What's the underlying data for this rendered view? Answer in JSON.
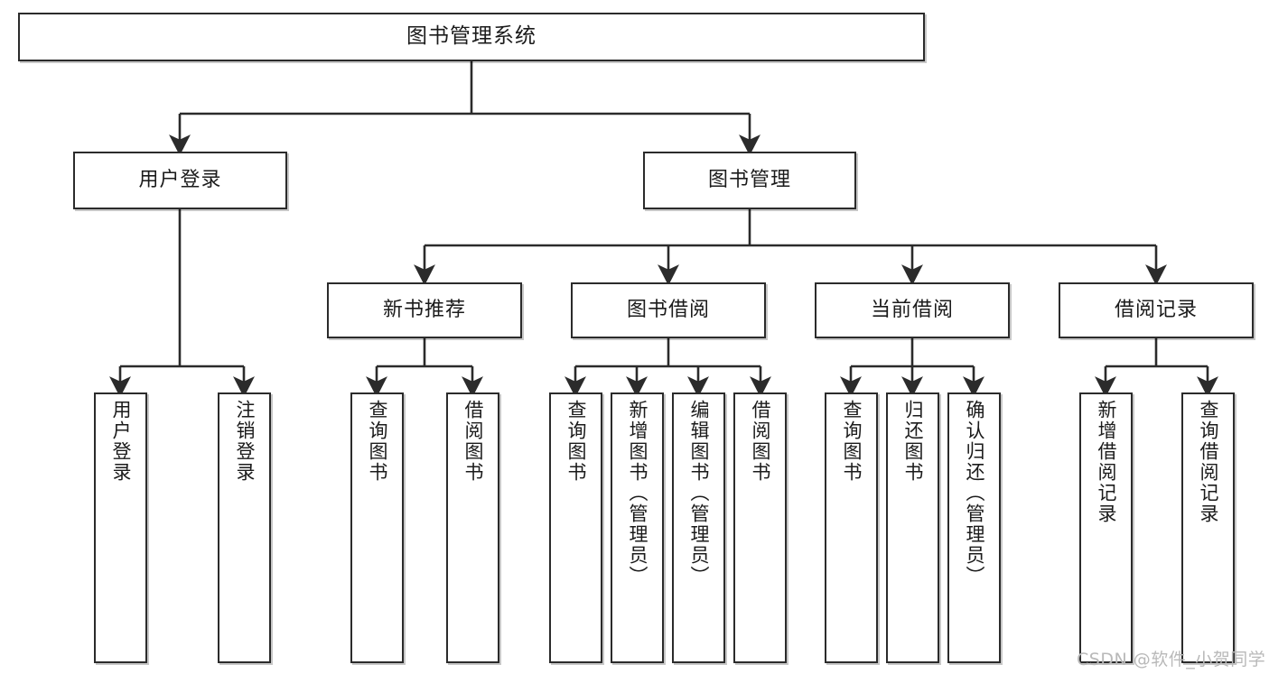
{
  "diagram": {
    "type": "tree-hierarchy-chart",
    "title": "图书管理系统",
    "orientation": "top-down",
    "line_color": "#2b2b2b",
    "box_fill": "#ffffff",
    "box_stroke": "#2b2b2b"
  },
  "nodes": {
    "root": {
      "label": "图书管理系统",
      "level": 1
    },
    "level2": [
      {
        "id": "user-login",
        "label": "用户登录"
      },
      {
        "id": "book-manage",
        "label": "图书管理"
      }
    ],
    "level3": [
      {
        "id": "new-book-rec",
        "label": "新书推荐"
      },
      {
        "id": "book-borrow",
        "label": "图书借阅"
      },
      {
        "id": "current-borrow",
        "label": "当前借阅"
      },
      {
        "id": "borrow-record",
        "label": "借阅记录"
      }
    ],
    "leaves": {
      "user-login": [
        {
          "id": "leaf-user-login",
          "label": "用户登录"
        },
        {
          "id": "leaf-logout-login",
          "label": "注销登录"
        }
      ],
      "new-book-rec": [
        {
          "id": "leaf-query-book-1",
          "label": "查询图书"
        },
        {
          "id": "leaf-borrow-book-1",
          "label": "借阅图书"
        }
      ],
      "book-borrow": [
        {
          "id": "leaf-query-book-2",
          "label": "查询图书"
        },
        {
          "id": "leaf-add-book",
          "label": "新增图书（管理员）"
        },
        {
          "id": "leaf-edit-book",
          "label": "编辑图书（管理员）"
        },
        {
          "id": "leaf-borrow-book-2",
          "label": "借阅图书"
        }
      ],
      "current-borrow": [
        {
          "id": "leaf-query-book-3",
          "label": "查询图书"
        },
        {
          "id": "leaf-return-book",
          "label": "归还图书"
        },
        {
          "id": "leaf-confirm-return",
          "label": "确认归还（管理员）"
        }
      ],
      "borrow-record": [
        {
          "id": "leaf-add-record",
          "label": "新增借阅记录"
        },
        {
          "id": "leaf-query-record",
          "label": "查询借阅记录"
        }
      ]
    }
  },
  "watermark": {
    "text": "CSDN @软件_小贺同学"
  }
}
